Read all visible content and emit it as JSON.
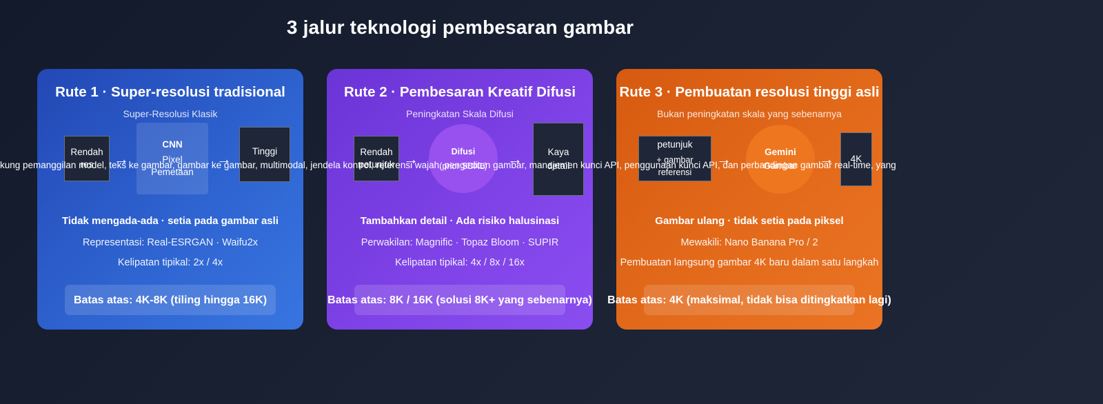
{
  "title": "3 jalur teknologi pembesaran gambar",
  "overlay_text": "kung pemanggilan model, teks ke gambar, gambar ke gambar, multimodal, jendela kontrol, referensi wajah, pengeditan gambar, manajemen kunci API, penggunaan kunci API, dan perbandingan gambar real-time, yang",
  "routes": [
    {
      "title": "Rute 1 · Super-resolusi tradisional",
      "subtitle": "Super-Resolusi Klasik",
      "input": "Rendah\nres",
      "process_title": "CNN",
      "process_sub": "Pixel\nPemetaan",
      "output": "Tinggi",
      "claim": "Tidak mengada-ada · setia pada gambar asli",
      "representatives": "Representasi: Real-ESRGAN · Waifu2x",
      "typical_scale": "Kelipatan tipikal: 2x / 4x",
      "upper_limit": "Batas atas: 4K-8K (tiling hingga 16K)",
      "color": "#2e63d0"
    },
    {
      "title": "Rute 2 · Pembesaran Kreatif Difusi",
      "subtitle": "Peningkatan Skala Difusi",
      "input": "Rendah\npetunjuk",
      "process_title": "Difusi",
      "process_sub": "(prior SDXL)",
      "output": "Kaya\ndetail",
      "claim": "Tambahkan detail · Ada risiko halusinasi",
      "representatives": "Perwakilan: Magnific · Topaz Bloom · SUPIR",
      "typical_scale": "Kelipatan tipikal: 4x / 8x / 16x",
      "upper_limit": "Batas atas: 8K / 16K (solusi 8K+ yang sebenarnya)",
      "color": "#7e42e6"
    },
    {
      "title": "Rute 3 · Pembuatan resolusi tinggi asli",
      "subtitle": "Bukan peningkatan skala yang sebenarnya",
      "input": "petunjuk",
      "input_sub": "+ gambar referensi",
      "process_title": "Gemini",
      "process_sub": "Gambar",
      "output": "4K",
      "claim": "Gambar ulang · tidak setia pada piksel",
      "representatives": "Mewakili: Nano Banana Pro / 2",
      "typical_scale": "Pembuatan langsung gambar 4K baru dalam satu langkah",
      "upper_limit": "Batas atas: 4K (maksimal, tidak bisa ditingkatkan lagi)",
      "color": "#e36a1b"
    }
  ],
  "arrow_glyph": "→"
}
